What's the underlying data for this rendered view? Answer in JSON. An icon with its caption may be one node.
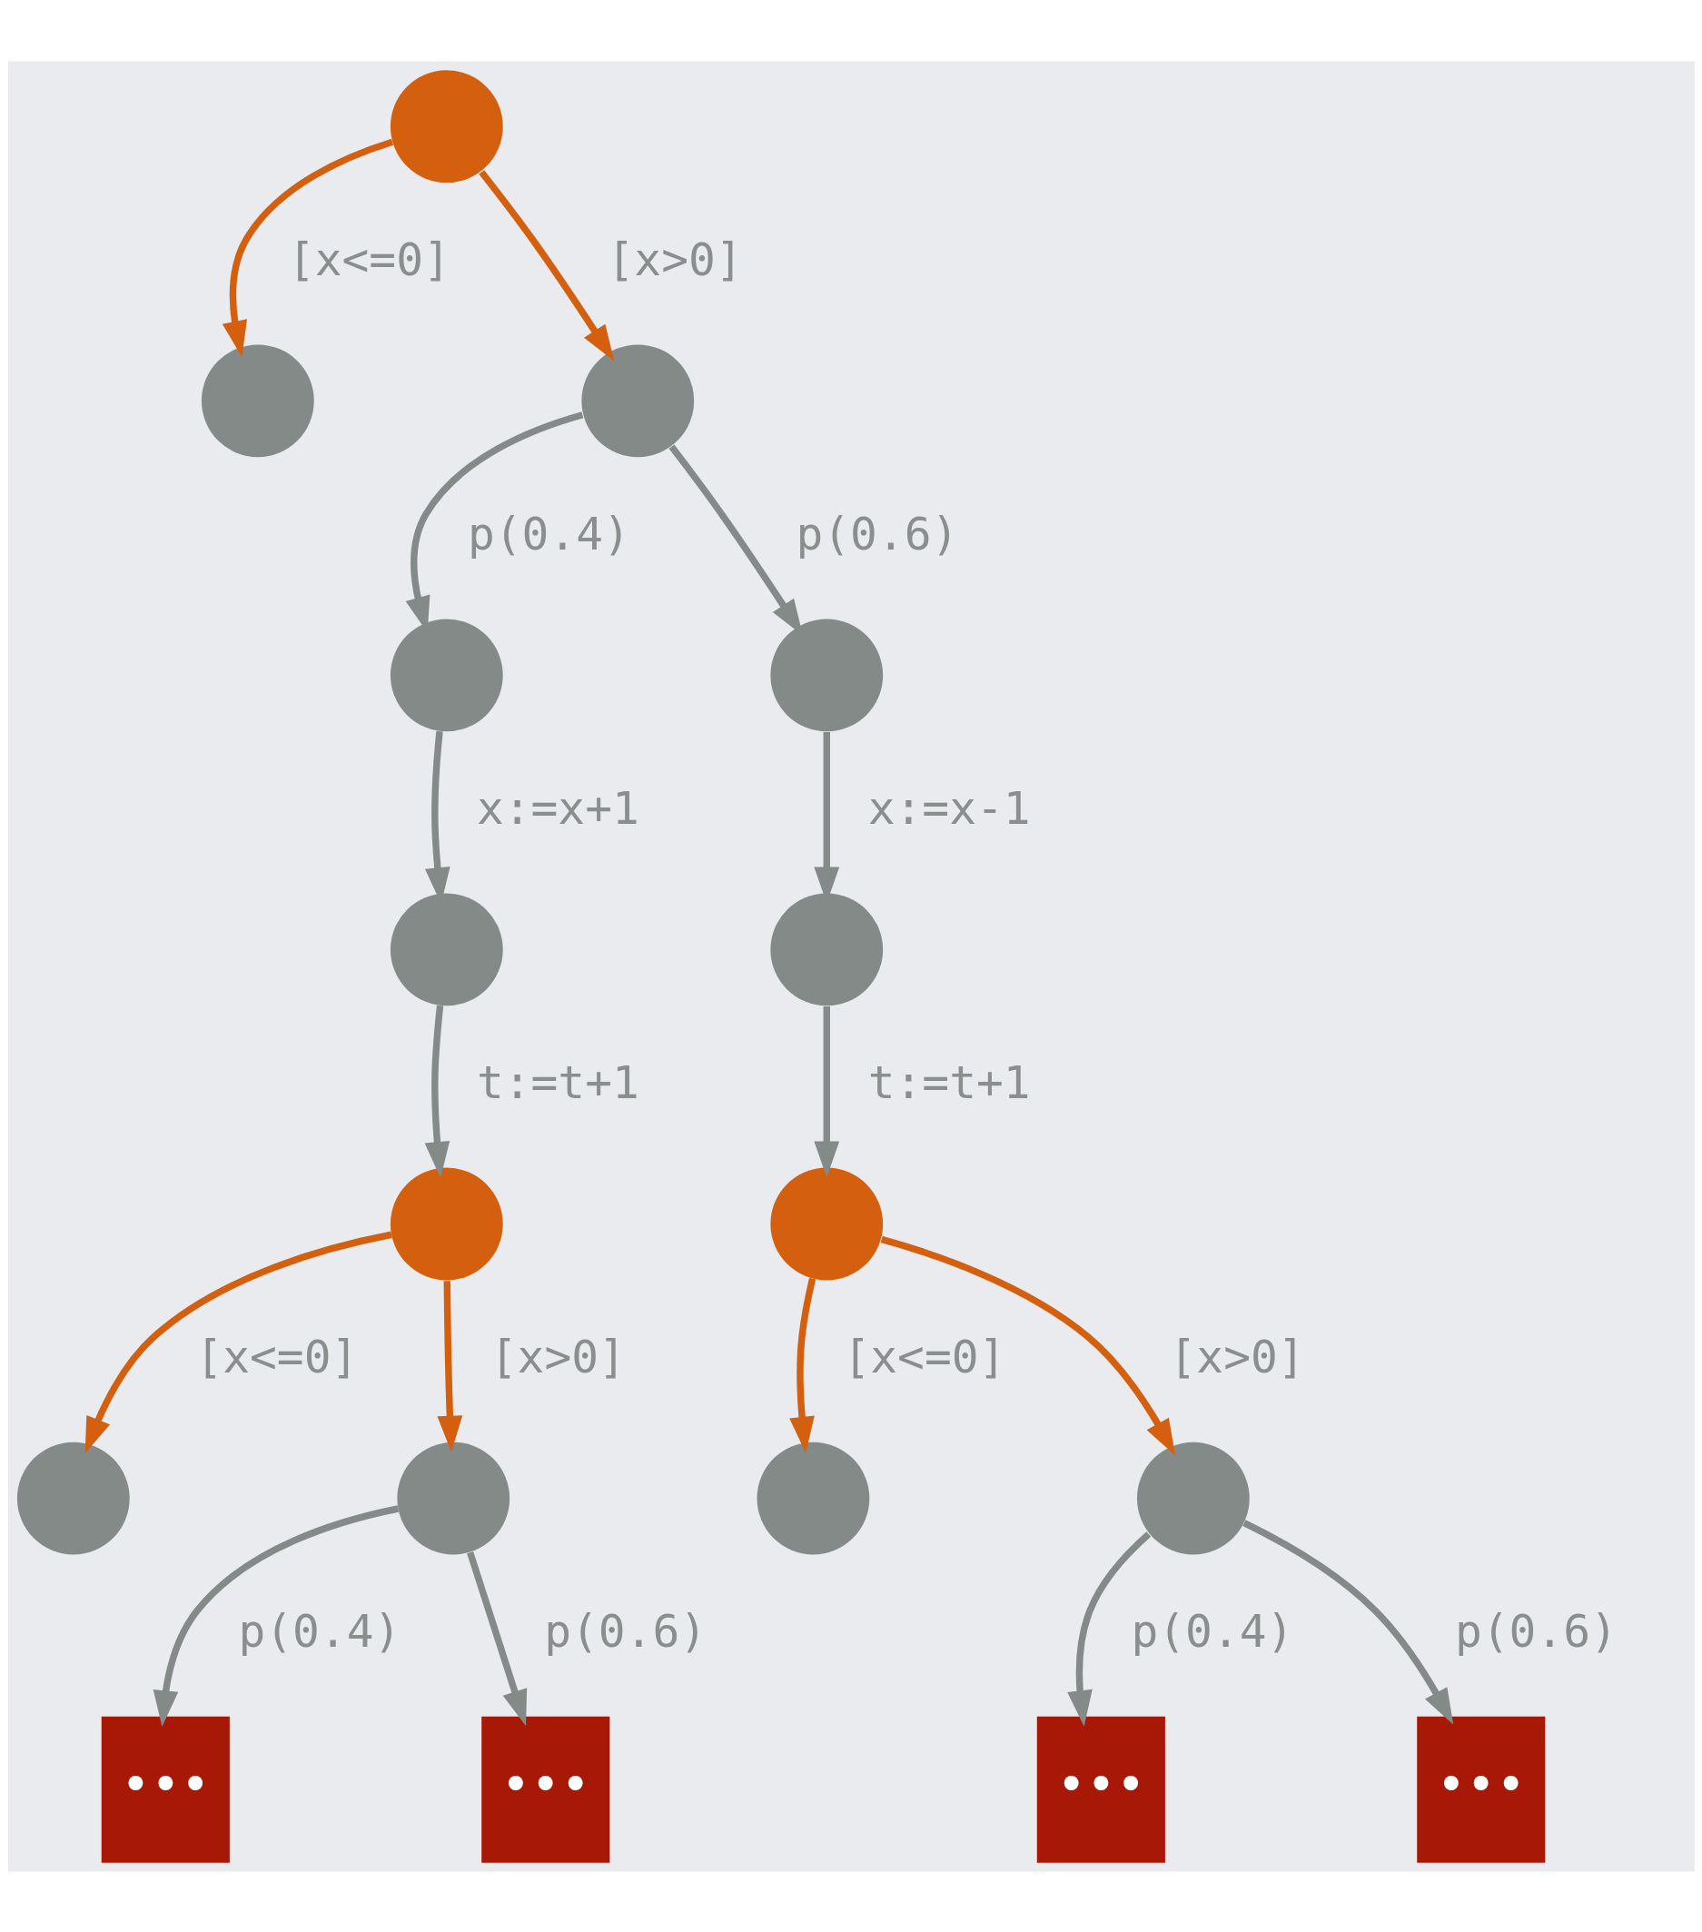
{
  "diagram": {
    "nodes": [
      {
        "text": [],
        "shape": "circle"
      },
      {
        "text": [],
        "shape": "circle"
      },
      {
        "text": [],
        "shape": "circle"
      },
      {
        "text": [],
        "shape": "circle"
      },
      {
        "text": [],
        "shape": "circle"
      },
      {
        "text": [],
        "shape": "circle"
      },
      {
        "text": [],
        "shape": "circle"
      },
      {
        "text": [],
        "shape": "circle"
      },
      {
        "text": [],
        "shape": "circle"
      },
      {
        "text": [],
        "shape": "circle"
      },
      {
        "text": [],
        "shape": "circle"
      },
      {
        "text": [],
        "shape": "circle"
      },
      {
        "text": [],
        "shape": "circle"
      },
      {
        "text": [
          "•••"
        ]
      },
      {
        "text": [
          "•••"
        ]
      },
      {
        "text": [
          "•••"
        ]
      },
      {
        "text": [
          "•••"
        ]
      }
    ],
    "edges": [
      {
        "from": 0,
        "to": 1,
        "arrow": "to",
        "label": "[x<=0]",
        "color": "#d4600f"
      },
      {
        "from": 0,
        "to": 2,
        "arrow": "to",
        "label": "[x>0]",
        "color": "#d4600f"
      },
      {
        "from": 2,
        "to": 3,
        "arrow": "to",
        "label": "p(0.4)"
      },
      {
        "from": 2,
        "to": 4,
        "arrow": "to",
        "label": "p(0.6)"
      },
      {
        "from": 3,
        "to": 5,
        "arrow": "to",
        "label": "x:=x+1"
      },
      {
        "from": 4,
        "to": 6,
        "arrow": "to",
        "label": "x:=x-1"
      },
      {
        "from": 5,
        "to": 7,
        "arrow": "to",
        "label": "t:=t+1"
      },
      {
        "from": 6,
        "to": 8,
        "arrow": "to",
        "label": "t:=t+1"
      },
      {
        "from": 7,
        "to": 9,
        "arrow": "to",
        "label": "[x<=0]",
        "color": "#d4600f"
      },
      {
        "from": 7,
        "to": 10,
        "arrow": "to",
        "label": "[x>0]",
        "color": "#d4600f"
      },
      {
        "from": 8,
        "to": 11,
        "arrow": "to",
        "label": "[x<=0]",
        "color": "#d4600f"
      },
      {
        "from": 8,
        "to": 12,
        "arrow": "to",
        "label": "[x>0]",
        "color": "#d4600f"
      },
      {
        "from": 10,
        "to": 13,
        "arrow": "to",
        "label": "p(0.4)"
      },
      {
        "from": 10,
        "to": 14,
        "arrow": "to",
        "label": "p(0.6)"
      },
      {
        "from": 12,
        "to": 15,
        "arrow": "to",
        "label": "p(0.4)"
      },
      {
        "from": 12,
        "to": 16,
        "arrow": "to",
        "label": "p(0.6)"
      }
    ]
  }
}
